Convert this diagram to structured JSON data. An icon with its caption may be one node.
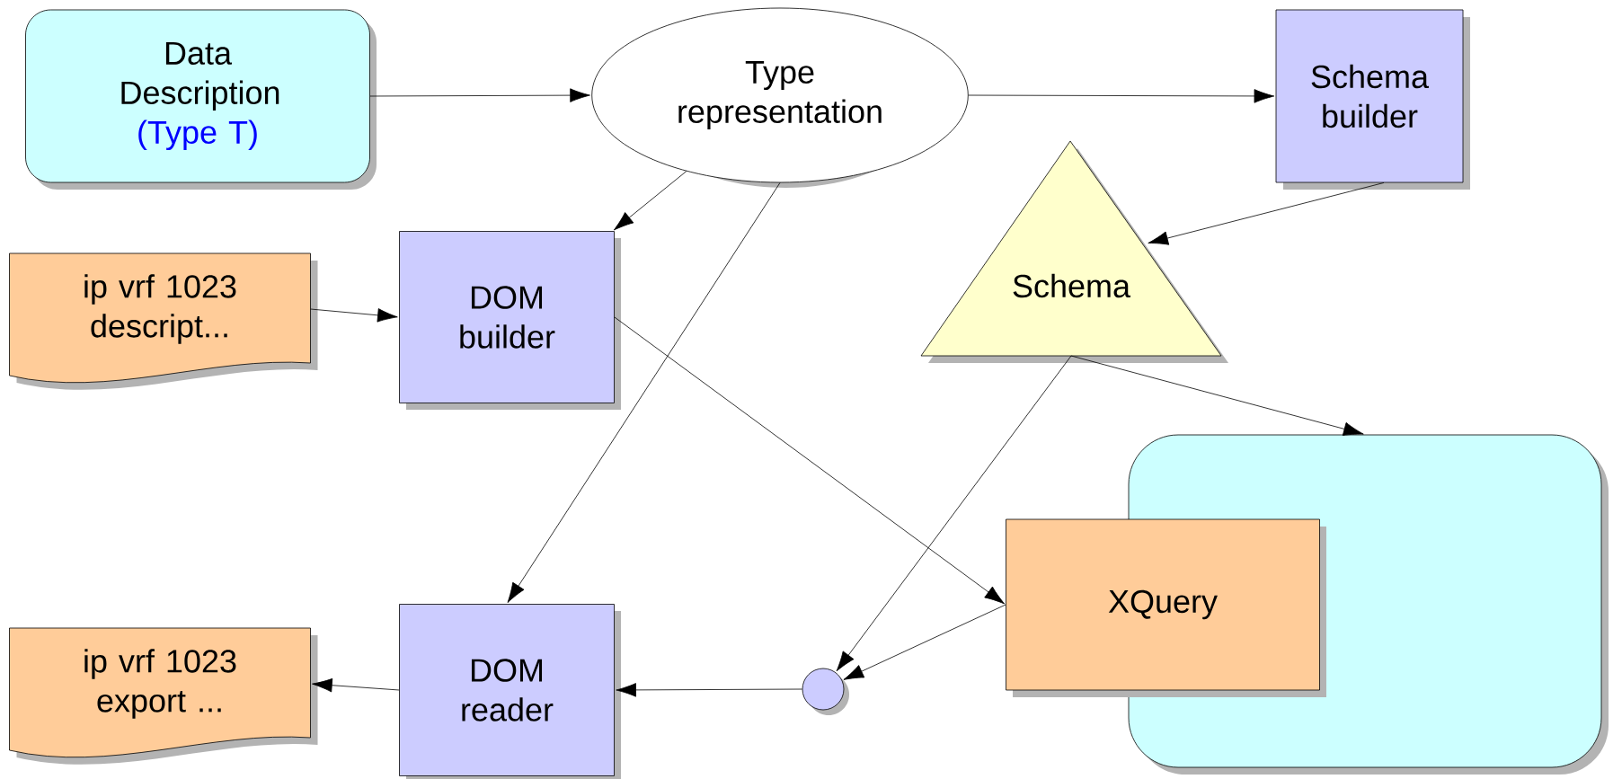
{
  "diagram": {
    "nodes": [
      {
        "text": [
          "Data Description",
          "(Type T)"
        ]
      },
      {
        "text": [
          "Type representation"
        ]
      },
      {
        "text": [
          "Schema builder"
        ]
      },
      {
        "text": [
          "ip vrf 1023 descript..."
        ]
      },
      {
        "text": [
          "DOM builder"
        ]
      },
      {
        "text": [
          "Schema"
        ]
      },
      {
        "text": [],
        "shape": "box"
      },
      {
        "text": [
          "XQuery"
        ]
      },
      {
        "text": [
          "ip vrf 1023 export ..."
        ]
      },
      {
        "text": [
          "DOM reader"
        ]
      },
      {
        "text": [],
        "shape": "circle"
      }
    ],
    "edges": [
      {
        "from": 0,
        "to": 1,
        "arrow": "to"
      },
      {
        "from": 1,
        "to": 2,
        "arrow": "to"
      },
      {
        "from": 1,
        "to": 4,
        "arrow": "to"
      },
      {
        "from": 1,
        "to": 9,
        "arrow": "to"
      },
      {
        "from": 2,
        "to": 5,
        "arrow": "to"
      },
      {
        "from": 3,
        "to": 4,
        "arrow": "to"
      },
      {
        "from": 4,
        "to": 7,
        "arrow": "to"
      },
      {
        "from": 5,
        "to": 6,
        "arrow": "to"
      },
      {
        "from": 5,
        "to": 10,
        "arrow": "to"
      },
      {
        "from": 7,
        "to": 10,
        "arrow": "to"
      },
      {
        "from": 10,
        "to": 9,
        "arrow": "to"
      },
      {
        "from": 9,
        "to": 8,
        "arrow": "to"
      }
    ]
  }
}
